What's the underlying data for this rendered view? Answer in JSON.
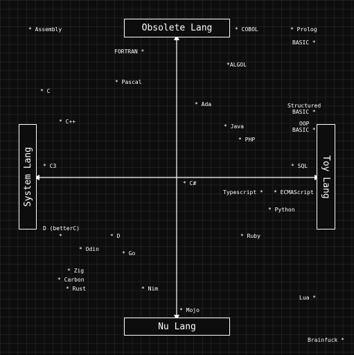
{
  "axes": {
    "top": "Obsolete Lang",
    "bottom": "Nu Lang",
    "left": "System Lang",
    "right": "Toy Lang"
  },
  "languages": {
    "assembly": "* Assembly",
    "fortran": "FORTRAN *",
    "cobol": "* COBOL",
    "prolog": "* Prolog",
    "basic": "BASIC *",
    "algol": "*ALGOL",
    "c": "* C",
    "pascal": "* Pascal",
    "ada": "* Ada",
    "structured_basic_1": "Structured",
    "structured_basic_2": "BASIC *",
    "cpp": "* C++",
    "java": "* Java",
    "oop_basic_1": "OOP",
    "oop_basic_2": "BASIC *",
    "php": "* PHP",
    "c3": "* C3",
    "sql": "* SQL",
    "csharp": "* C#",
    "typescript": "Typescript *",
    "ecmascript": "* ECMAScript",
    "python": "* Python",
    "dbetterc_1": "D (betterC)",
    "dbetterc_2": "*",
    "d": "* D",
    "ruby": "* Ruby",
    "odin": "* Odin",
    "go": "* Go",
    "zig": "* Zig",
    "carbon": "* Carbon",
    "rust": "* Rust",
    "nim": "* Nim",
    "lua": "Lua *",
    "mojo": "* Mojo",
    "brainfuck": "Brainfuck *"
  }
}
